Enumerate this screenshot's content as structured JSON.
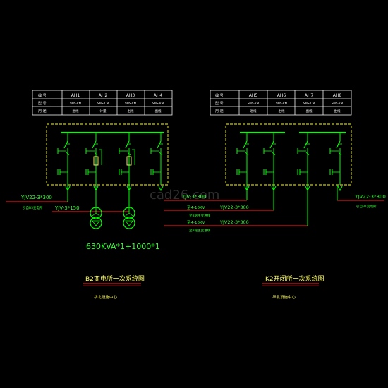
{
  "colors": {
    "background": "#000000",
    "table_text": "#f2f2f2",
    "table_grid": "#f2f2f2",
    "busbar": "#00ff00",
    "panel_border": "#ffff00",
    "cable_red": "#ff2222",
    "annotation_green": "#33ff33",
    "caption_text": "#ffffff",
    "caption_alt": "#ffff66"
  },
  "left_table": {
    "row_headers": [
      "编 号",
      "型 号",
      "用 途"
    ],
    "columns": [
      {
        "id": "AH1",
        "model": "SMS-RM",
        "use": "进线"
      },
      {
        "id": "AH2",
        "model": "SMS-CM",
        "use": "计量"
      },
      {
        "id": "AH3",
        "model": "SMS-CM",
        "use": "出线"
      },
      {
        "id": "AH4",
        "model": "SMS-RM",
        "use": "出线"
      }
    ]
  },
  "right_table": {
    "row_headers": [
      "编 号",
      "型 号",
      "用 途"
    ],
    "columns": [
      {
        "id": "AH5",
        "model": "SMS-RM",
        "use": "进线"
      },
      {
        "id": "AH6",
        "model": "SMS-RM",
        "use": "出线"
      },
      {
        "id": "AH7",
        "model": "SMS-CM",
        "use": "出线"
      },
      {
        "id": "AH8",
        "model": "SMS-RM",
        "use": "出线"
      }
    ]
  },
  "cable_labels": {
    "left_incoming": "YJV22-3*300",
    "left_incoming_note": "引自B3变电所",
    "left_transformer": "YJV-3*150",
    "mid_feeder_1": "YJV-3*300",
    "mid_feeder_2_prefix": "至4-10KV",
    "mid_feeder_2_cable": "YJV22-3*300",
    "mid_feeder_2_note": "至B站主变进线",
    "mid_feeder_3_prefix": "至4-10KV",
    "mid_feeder_3_cable": "YJV22-3*300",
    "mid_feeder_3_note": "至B站主变进线",
    "right_incoming": "YJV22-3*300",
    "right_incoming_note": "引自B1变电所"
  },
  "transformer_rating": "630KVA*1+1000*1",
  "left_caption": {
    "title": "B2变电所一次系统图",
    "subtitle": "华北设施中心"
  },
  "right_caption": {
    "title": "K2开闭所一次系统图",
    "subtitle": "华北设施中心"
  },
  "watermark": "cad26.com"
}
